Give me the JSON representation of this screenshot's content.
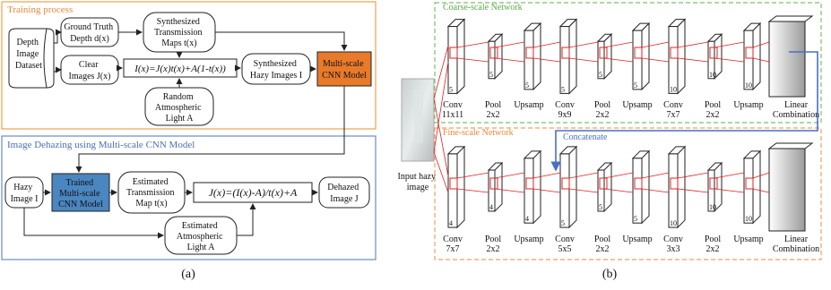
{
  "panel_a": {
    "training": {
      "title": "Training process",
      "depth_dataset": [
        "Depth",
        "Image",
        "Dataset"
      ],
      "ground_truth": [
        "Ground Truth",
        "Depth d(x)"
      ],
      "synth_trans": [
        "Synthesized",
        "Transmission",
        "Maps t(x)"
      ],
      "clear_images": [
        "Clear",
        "Images J(x)"
      ],
      "formula": "I(x)=J(x)t(x)+A(1-t(x))",
      "synth_hazy": [
        "Synthesized",
        "Hazy Images I"
      ],
      "cnn_model": [
        "Multi-scale",
        "CNN Model"
      ],
      "random_light": [
        "Random",
        "Atmospheric",
        "Light A"
      ]
    },
    "dehazing": {
      "title": "Image Dehazing using Multi-scale CNN Model",
      "hazy_image": [
        "Hazy",
        "Image I"
      ],
      "trained_model": [
        "Trained",
        "Multi-scale",
        "CNN Model"
      ],
      "est_trans": [
        "Estimated",
        "Transmission",
        "Map t(x)"
      ],
      "formula": "J(x)=(I(x)-A)/t(x)+A",
      "dehazed": [
        "Dehazed",
        "Image J"
      ],
      "est_light": [
        "Estimated",
        "Atmospheric",
        "Light A"
      ]
    },
    "caption": "(a)"
  },
  "panel_b": {
    "coarse_title": "Coarse-scale Network",
    "fine_title": "Fine-scale Network",
    "concatenate": "Concatenate",
    "input_label": [
      "Input hazy",
      "image"
    ],
    "coarse_layers": [
      {
        "label": [
          "Conv",
          "11x11"
        ],
        "ch": "5"
      },
      {
        "label": [
          "Pool",
          "2x2"
        ],
        "ch": "5"
      },
      {
        "label": [
          "Upsamp"
        ],
        "ch": "5"
      },
      {
        "label": [
          "Conv",
          "9x9"
        ],
        "ch": "5"
      },
      {
        "label": [
          "Pool",
          "2x2"
        ],
        "ch": "5"
      },
      {
        "label": [
          "Upsamp"
        ],
        "ch": "5"
      },
      {
        "label": [
          "Conv",
          "7x7"
        ],
        "ch": "10"
      },
      {
        "label": [
          "Pool",
          "2x2"
        ],
        "ch": "10"
      },
      {
        "label": [
          "Upsamp"
        ],
        "ch": "10"
      },
      {
        "label": [
          "Linear",
          "Combination"
        ],
        "ch": ""
      }
    ],
    "fine_layers": [
      {
        "label": [
          "Conv",
          "7x7"
        ],
        "ch": "4"
      },
      {
        "label": [
          "Pool",
          "2x2"
        ],
        "ch": "4"
      },
      {
        "label": [
          "Upsamp"
        ],
        "ch": "4"
      },
      {
        "label": [
          "Conv",
          "5x5"
        ],
        "ch": "5"
      },
      {
        "label": [
          "Pool",
          "2x2"
        ],
        "ch": "5"
      },
      {
        "label": [
          "Upsamp"
        ],
        "ch": "5"
      },
      {
        "label": [
          "Conv",
          "3x3"
        ],
        "ch": "10"
      },
      {
        "label": [
          "Pool",
          "2x2"
        ],
        "ch": "10"
      },
      {
        "label": [
          "Upsamp"
        ],
        "ch": "10"
      },
      {
        "label": [
          "Linear",
          "Combination"
        ],
        "ch": ""
      }
    ],
    "caption": "(b)"
  },
  "colors": {
    "training_border": "#f0a050",
    "training_title": "#e8883a",
    "dehaze_border": "#6a8cc0",
    "dehaze_title": "#4a6fb0",
    "cnn_fill": "#e87a2a",
    "trained_fill": "#4a86c0",
    "coarse_border": "#7cc06a",
    "coarse_title": "#5aa848",
    "fine_border": "#f0a060",
    "fine_title": "#e8883a",
    "concat_line": "#4a6fc8",
    "red_lines": "#e02020"
  }
}
